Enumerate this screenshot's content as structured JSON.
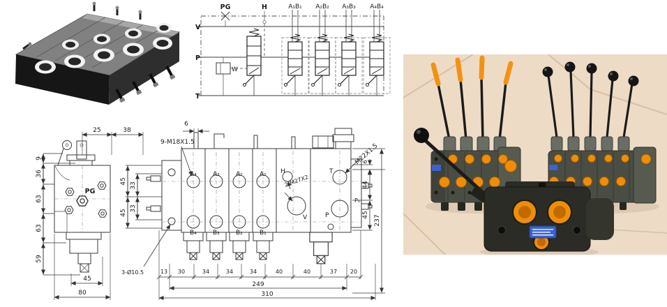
{
  "schematic": {
    "top_labels": [
      "PG",
      "H",
      "A₁B₁",
      "A₂B₂",
      "A₃B₃",
      "A₄B₄"
    ],
    "port_v": "V",
    "port_p": "P",
    "port_t": "T",
    "relief_label": "W"
  },
  "end_view": {
    "port_label": "PG",
    "dim_top_1": "25",
    "dim_top_2": "38",
    "dims_left": [
      "9",
      "36",
      "63",
      "63",
      "59"
    ],
    "dim_bottom_1": "45",
    "dim_bottom_2": "80"
  },
  "front_view": {
    "ann_pin_spacing": "6",
    "ann_work_ports": "9-M18X1.5",
    "ann_return_thread": "M22X1.5",
    "ann_inlet_thread": "2-M27X2",
    "ann_mount_holes": "3-Ø10.5",
    "ports_top": [
      "A₄",
      "A₃",
      "A₂",
      "A₁"
    ],
    "ports_bottom": [
      "B₄",
      "B₃",
      "B₂",
      "B₁"
    ],
    "port_t": "T",
    "port_h": "H",
    "port_v": "V",
    "port_p": "P",
    "port_p0": "P₀",
    "dims_left_outer": [
      "45",
      "45"
    ],
    "dims_left_inner": [
      "33",
      "33"
    ],
    "dims_right": [
      "6",
      "44",
      "45"
    ],
    "dim_total_height": "237",
    "dims_bottom": [
      "13",
      "30",
      "34",
      "34",
      "34",
      "40",
      "40",
      "37",
      "20"
    ],
    "dim_span": "249",
    "dim_overall": "310"
  },
  "photos": {
    "colors": {
      "tile": "#eedbc6",
      "grout": "#d9bfa2",
      "valve_body": "#4a4d43",
      "valve_end": "#565a4f",
      "valve_dark": "#2b2c26",
      "handle_orange": "#f39212",
      "plug_orange": "#ef8d07",
      "plug_rim": "#9c5c00",
      "label_blue": "#3a63cf",
      "lever_black": "#1b1b1b"
    }
  }
}
